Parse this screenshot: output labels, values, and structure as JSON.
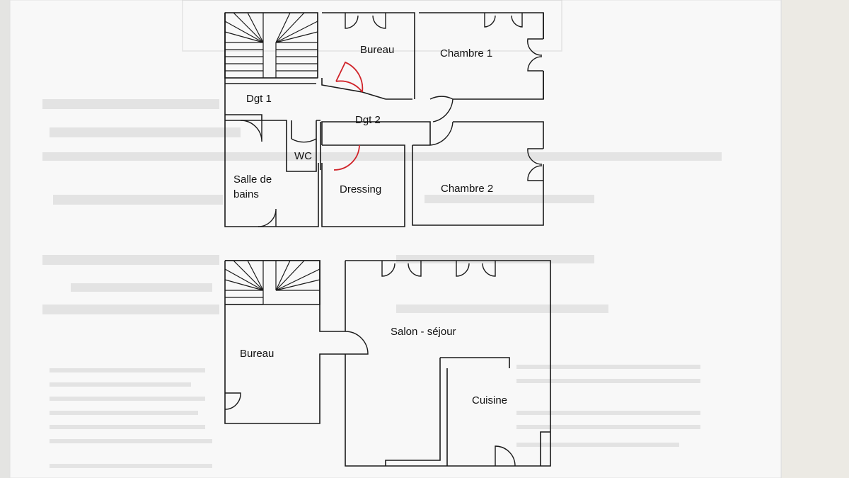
{
  "plan": {
    "upper_floor": {
      "rooms": [
        {
          "label": "Bureau"
        },
        {
          "label": "Chambre 1"
        },
        {
          "label": "Dgt 1"
        },
        {
          "label": "Dgt 2"
        },
        {
          "label": "WC"
        },
        {
          "label": "Salle de"
        },
        {
          "label": "bains"
        },
        {
          "label": "Dressing"
        },
        {
          "label": "Chambre 2"
        }
      ]
    },
    "ground_floor": {
      "rooms": [
        {
          "label": "Salon - séjour"
        },
        {
          "label": "Bureau"
        },
        {
          "label": "Cuisine"
        }
      ]
    }
  },
  "colors": {
    "paper": "#f7f7f7",
    "background": "#e4e4e2",
    "walls": "#1a1a1a",
    "door_highlight": "#d0242a"
  }
}
